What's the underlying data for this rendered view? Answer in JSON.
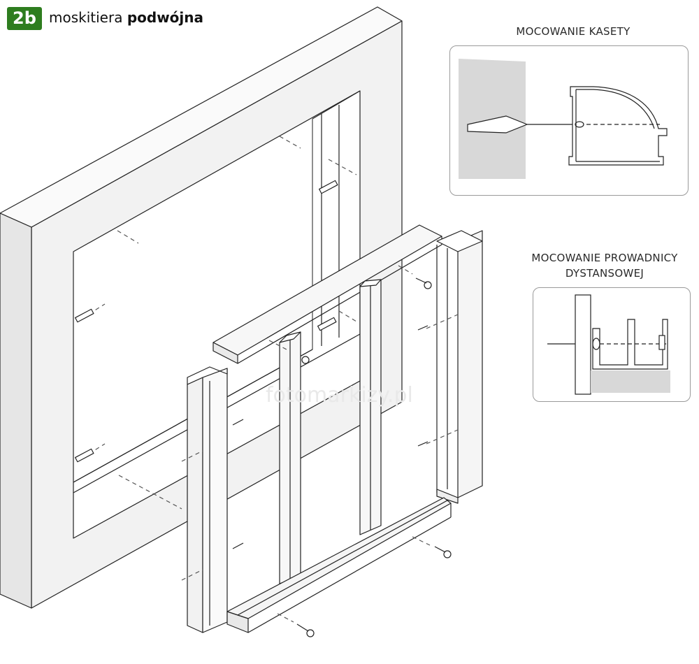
{
  "header": {
    "badge": "2b",
    "title_prefix": "moskitiera",
    "title_bold": "podwójna"
  },
  "callouts": {
    "cassette_label": "MOCOWANIE KASETY",
    "guide_label_line1": "MOCOWANIE PROWADNICY",
    "guide_label_line2": "DYSTANSOWEJ"
  },
  "watermark": "fotomarkizy.pl"
}
